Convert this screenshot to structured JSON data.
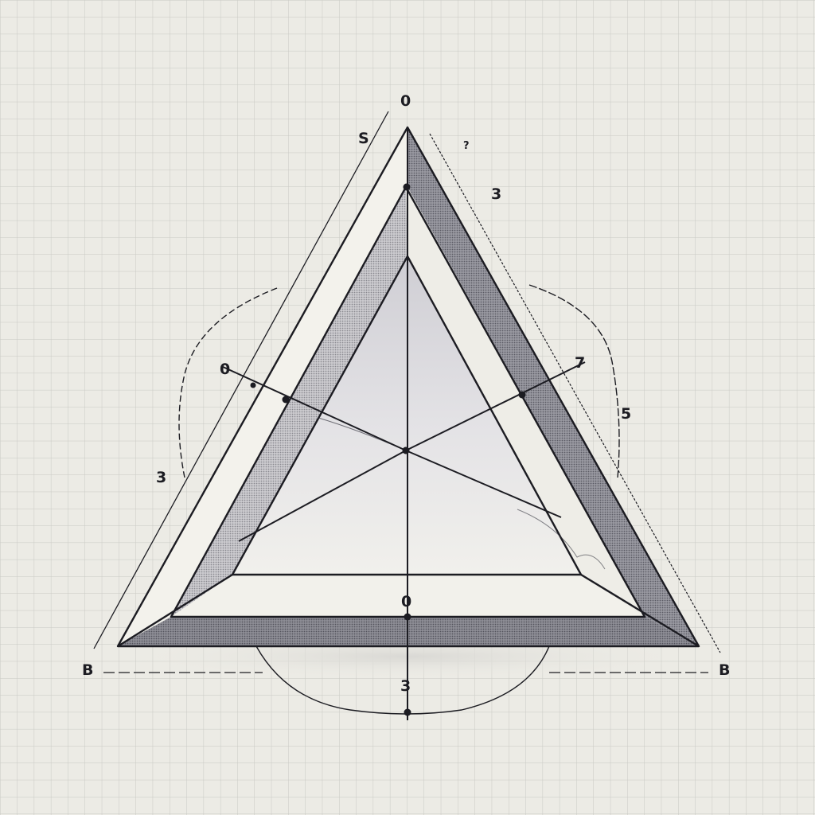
{
  "diagram": {
    "labels": {
      "apex": "0",
      "left_top": "S",
      "right_top_small": "?",
      "right_top": "3",
      "left_mid": "0",
      "right_mid": "7",
      "right_side": "5",
      "left_side": "3",
      "bottom_center_top": "0",
      "bottom_center": "3",
      "bottom_left": "B",
      "bottom_right": "B"
    },
    "colors": {
      "paper": "#ecebe5",
      "grid": "#c9c9c4",
      "ink": "#1c1c22",
      "face_light": "#f3f2ec",
      "face_shade": "#8a8a92"
    }
  }
}
